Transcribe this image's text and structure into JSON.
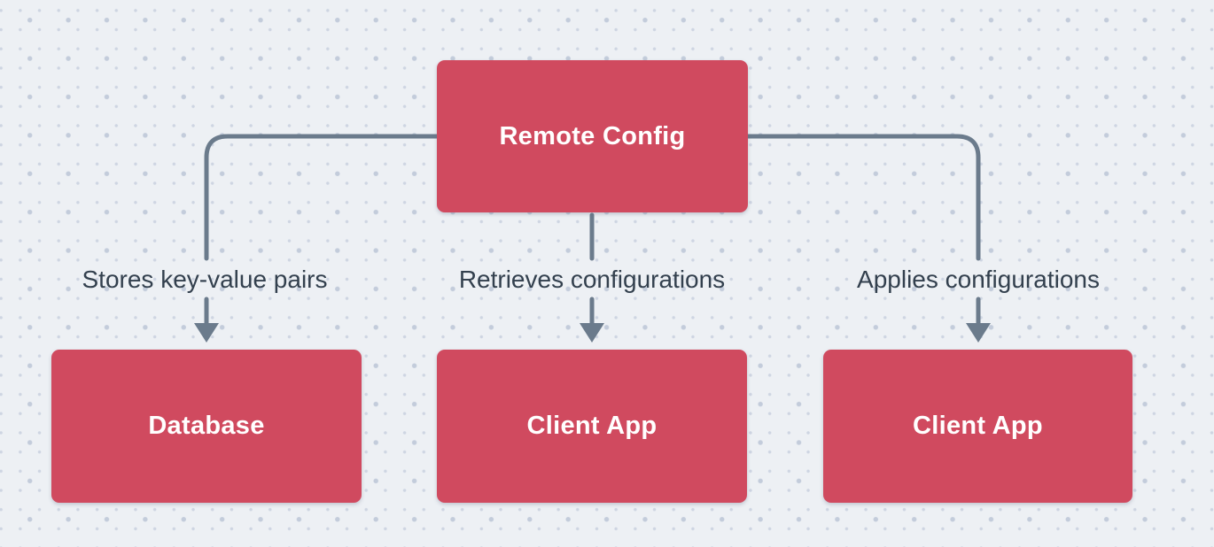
{
  "diagram": {
    "nodes": [
      {
        "id": "remote-config",
        "label": "Remote Config"
      },
      {
        "id": "database",
        "label": "Database"
      },
      {
        "id": "client-app-1",
        "label": "Client App"
      },
      {
        "id": "client-app-2",
        "label": "Client App"
      }
    ],
    "edges": [
      {
        "from": "remote-config",
        "to": "database",
        "label": "Stores key-value pairs"
      },
      {
        "from": "remote-config",
        "to": "client-app-1",
        "label": "Retrieves configurations"
      },
      {
        "from": "remote-config",
        "to": "client-app-2",
        "label": "Applies configurations"
      }
    ],
    "colors": {
      "node_fill": "#d04a5f",
      "node_text": "#ffffff",
      "connector": "#6b7b8c",
      "label_text": "#33404e",
      "background": "#edf0f4",
      "dot_grid": "#c3ccdb"
    }
  }
}
